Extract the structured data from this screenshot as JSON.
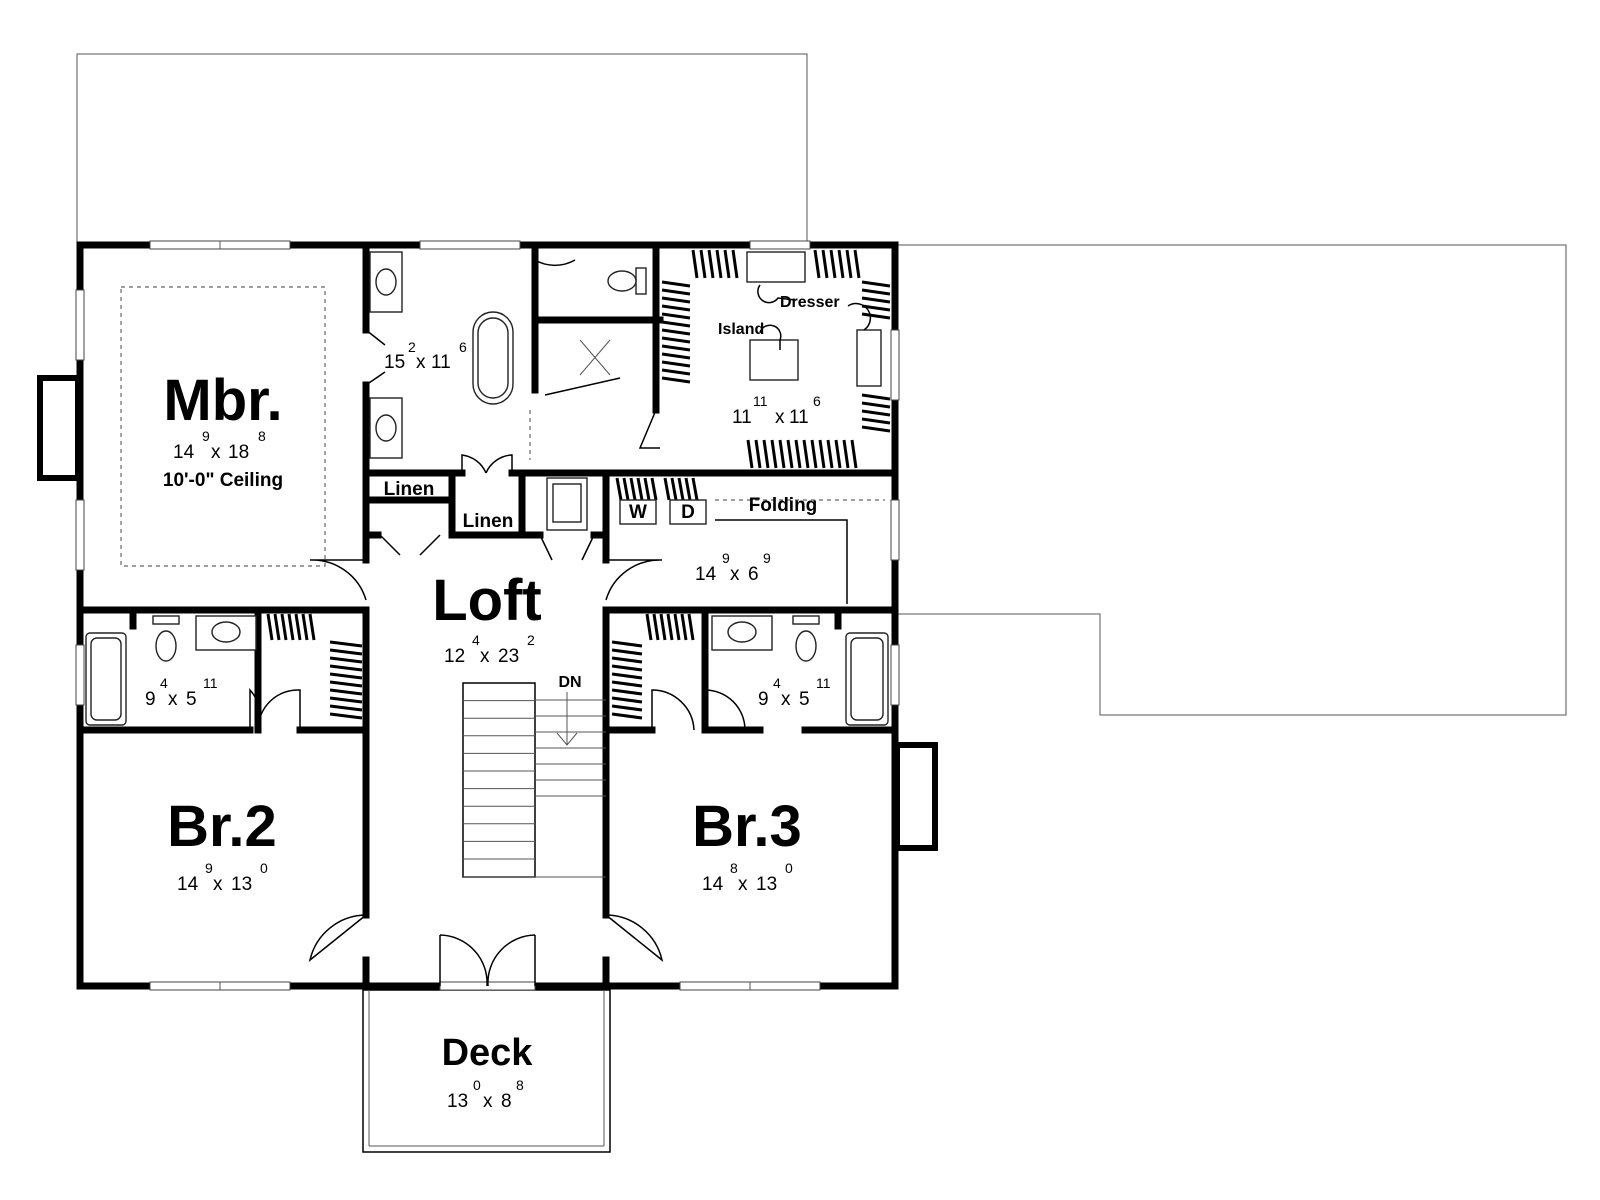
{
  "rooms": {
    "mbr": {
      "label": "Mbr.",
      "w": "14",
      "w_in": "9",
      "h": "18",
      "h_in": "8",
      "note": "10'-0\" Ceiling"
    },
    "bath_master": {
      "w": "15",
      "w_in": "2",
      "h": "11",
      "h_in": "6"
    },
    "closet_master": {
      "w": "11",
      "w_in": "11",
      "h": "11",
      "h_in": "6",
      "dresser": "Dresser",
      "island": "Island"
    },
    "linen1": {
      "label": "Linen"
    },
    "linen2": {
      "label": "Linen"
    },
    "laundry": {
      "w": "14",
      "w_in": "9",
      "h": "6",
      "h_in": "9",
      "washer": "W",
      "dryer": "D",
      "folding": "Folding"
    },
    "loft": {
      "label": "Loft",
      "w": "12",
      "w_in": "4",
      "h": "23",
      "h_in": "2",
      "stair": "DN"
    },
    "bath2": {
      "w": "9",
      "w_in": "4",
      "h": "5",
      "h_in": "11"
    },
    "bath3": {
      "w": "9",
      "w_in": "4",
      "h": "5",
      "h_in": "11"
    },
    "br2": {
      "label": "Br.2",
      "w": "14",
      "w_in": "9",
      "h": "13",
      "h_in": "0"
    },
    "br3": {
      "label": "Br.3",
      "w": "14",
      "w_in": "8",
      "h": "13",
      "h_in": "0"
    },
    "deck": {
      "label": "Deck",
      "w": "13",
      "w_in": "0",
      "h": "8",
      "h_in": "8"
    }
  },
  "icons": [
    "tub-icon",
    "toilet-icon",
    "sink-icon",
    "shower-icon",
    "door-swing-icon",
    "stair-arrow-icon"
  ]
}
